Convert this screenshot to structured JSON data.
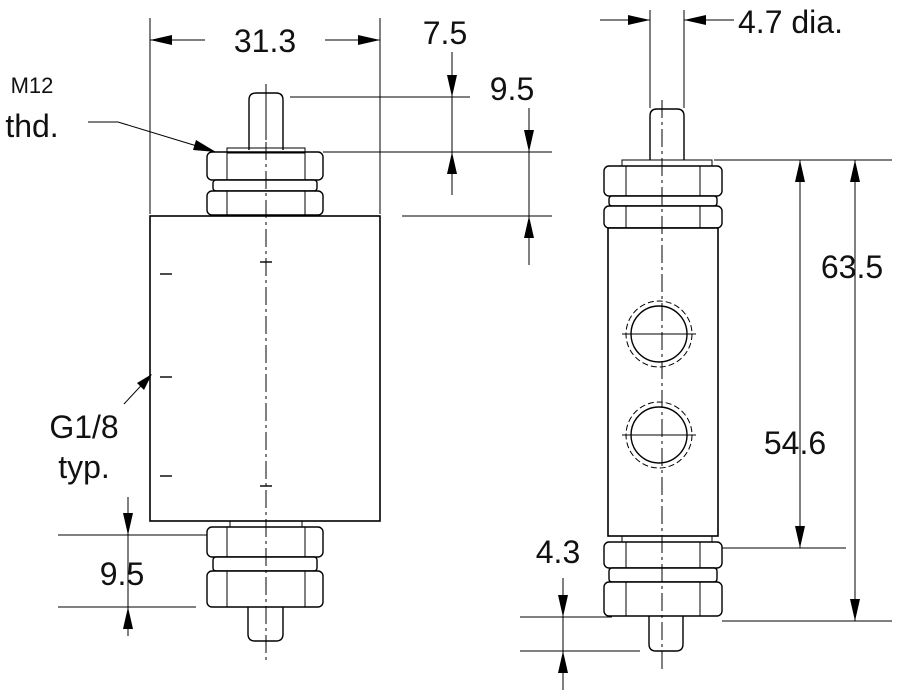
{
  "dimensions": {
    "body_width": "31.3",
    "stem_offset": "7.5",
    "thread_to_body_top": "9.5",
    "stem_diameter": "4.7 dia.",
    "overall_length": "63.5",
    "body_length": "54.6",
    "bottom_thread_length": "9.5",
    "bottom_stem_length": "4.3"
  },
  "notes": {
    "thread_size": "M12",
    "thread_label": "thd.",
    "port_size": "G1/8",
    "port_label": "typ."
  }
}
